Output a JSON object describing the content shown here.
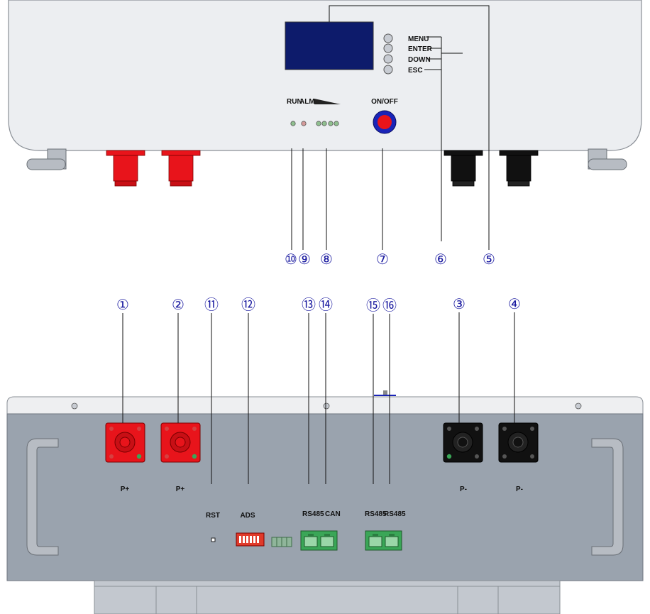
{
  "front_panel": {
    "keys": [
      {
        "label": "MENU"
      },
      {
        "label": "ENTER"
      },
      {
        "label": "DOWN"
      },
      {
        "label": "ESC"
      }
    ],
    "indicator_labels": {
      "run": "RUN",
      "alm": "ALM"
    },
    "power_switch_label": "ON/OFF"
  },
  "callouts_top": [
    {
      "number": "⑩",
      "target": "run-led"
    },
    {
      "number": "⑨",
      "target": "alm-led"
    },
    {
      "number": "⑧",
      "target": "soc-leds"
    },
    {
      "number": "⑦",
      "target": "power-switch"
    },
    {
      "number": "⑥",
      "target": "keys"
    },
    {
      "number": "⑤",
      "target": "display"
    }
  ],
  "callouts_bottom": [
    {
      "number": "①",
      "target": "p-plus-1"
    },
    {
      "number": "②",
      "target": "p-plus-2"
    },
    {
      "number": "⑪",
      "target": "rst"
    },
    {
      "number": "⑫",
      "target": "ads"
    },
    {
      "number": "⑬",
      "target": "rs485-port"
    },
    {
      "number": "⑭",
      "target": "can-port"
    },
    {
      "number": "⑮",
      "target": "rs485-a"
    },
    {
      "number": "⑯",
      "target": "rs485-b"
    },
    {
      "number": "③",
      "target": "p-minus-1"
    },
    {
      "number": "④",
      "target": "p-minus-2"
    }
  ],
  "rear_panel": {
    "terminals": [
      {
        "label": "P+"
      },
      {
        "label": "P+"
      },
      {
        "label": "P-"
      },
      {
        "label": "P-"
      }
    ],
    "ports": {
      "rst": "RST",
      "ads": "ADS",
      "rs485": "RS485",
      "can": "CAN",
      "rs485_a": "RS485",
      "rs485_b": "RS485"
    }
  },
  "colors": {
    "positive": "#e8141b",
    "negative": "#111111",
    "rear_body": "#9aa3ae",
    "front_body": "#eceef1",
    "rj45": "#3aa657",
    "dip": "#e03a2a",
    "callout": "#1a1aa0"
  }
}
